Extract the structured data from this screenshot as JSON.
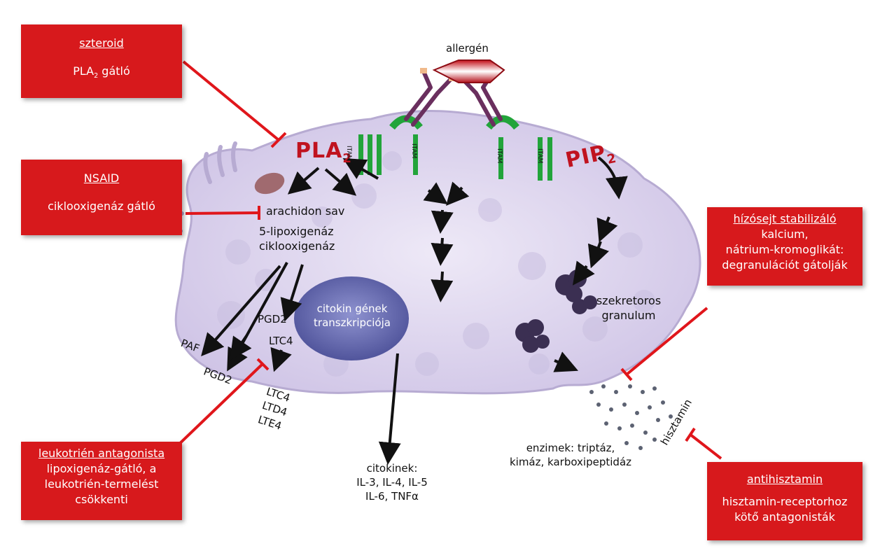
{
  "colors": {
    "box": "#d7191c",
    "inhibit_line": "#e0161b",
    "cell_fill": "#ddd5ee",
    "cell_edge": "#b7abd2",
    "nucleus": "#6a6fb8",
    "receptor": "#22a43a",
    "pla_text": "#c0131f"
  },
  "boxes": {
    "steroid": {
      "title": "szteroid",
      "body_main": "PLA",
      "body_sub": "2",
      "body_rest": " gátló"
    },
    "nsaid": {
      "title": "NSAID",
      "body": "ciklooxigenáz gátló"
    },
    "stabilizer": {
      "title": "hízósejt stabilizáló",
      "line1": "kalcium,",
      "line2": "nátrium-kromoglikát:",
      "line3": "degranulációt gátolják"
    },
    "leukotriene": {
      "title": "leukotrién antagonista",
      "line1": "lipoxigenáz-gátló, a",
      "line2": "leukotrién-termelést",
      "line3": "csökkenti"
    },
    "antihistamine": {
      "title": "antihisztamin",
      "line1": "hisztamin-receptorhoz",
      "line2": "kötő antagonisták"
    }
  },
  "labels": {
    "allergen": "allergén",
    "pla2_main": "PLA",
    "pla2_sub": "2",
    "pip2_main": "PIP",
    "pip2_sub": "2",
    "itam": "ITAM",
    "arachidon": "arachidon sav",
    "lipox": "5-lipoxigenáz",
    "ciklo": "ciklooxigenáz",
    "nucleus1": "citokin gének",
    "nucleus2": "transzkripciója",
    "szek1": "szekretoros",
    "szek2": "granulum",
    "pgd2_a": "PGD2",
    "ltc4_a": "LTC4",
    "paf": "PAF",
    "pgd2_b": "PGD2",
    "ltc4_b": "LTC4",
    "ltd4": "LTD4",
    "lte4": "LTE4",
    "cyto_title": "citokinek:",
    "cyto_1": "IL-3, IL-4, IL-5",
    "cyto_2": "IL-6, TNFα",
    "enz1": "enzimek: triptáz,",
    "enz2": "kimáz, karboxipeptidáz",
    "histamine": "hisztamin"
  }
}
